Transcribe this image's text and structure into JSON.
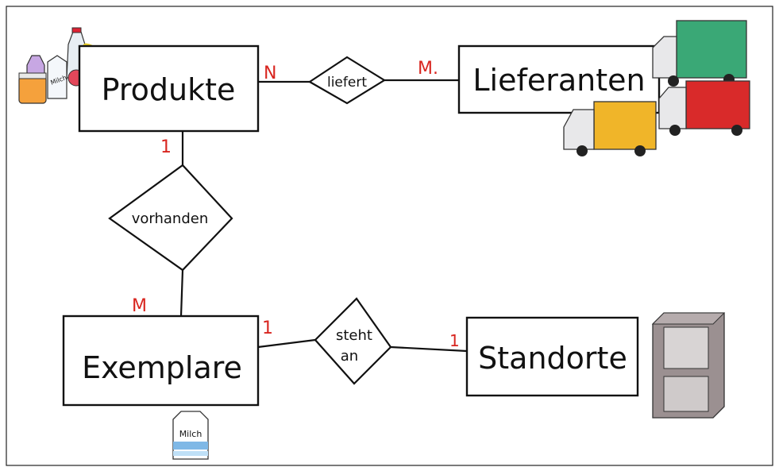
{
  "entities": {
    "produkte": "Produkte",
    "lieferanten": "Lieferanten",
    "exemplare": "Exemplare",
    "standorte": "Standorte"
  },
  "relationships": {
    "liefert": "liefert",
    "vorhanden": "vorhanden",
    "steht_an_line1": "steht",
    "steht_an_line2": "an"
  },
  "cardinalities": {
    "produkte_liefert": "N",
    "lieferanten_liefert": "M.",
    "produkte_vorhanden": "1",
    "exemplare_vorhanden": "M",
    "exemplare_steht_an": "1",
    "standorte_steht_an": "1"
  },
  "illustrations": {
    "milk_carton_label": "Milch",
    "bottle_label": "Milch"
  },
  "colors": {
    "cardinality": "#d8251f",
    "truck_green": "#3aa876",
    "truck_red": "#d92a2a",
    "truck_yellow": "#f0b529",
    "cabinet": "#8a7f80",
    "milk_blue": "#7fb8e6"
  },
  "icons": [
    "grocery-products-icon",
    "truck-icon",
    "cabinet-icon",
    "milk-carton-icon"
  ]
}
